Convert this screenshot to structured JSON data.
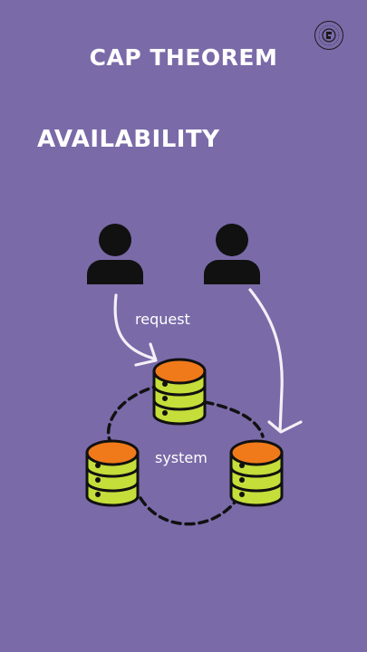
{
  "title": "CAP THEOREM",
  "subtitle": "AVAILABILITY",
  "diagram": {
    "request_label": "request",
    "system_label": "system"
  },
  "colors": {
    "background": "#7a6aa8",
    "text": "#ffffff",
    "db_top": "#f07a1a",
    "db_body": "#c5de3a",
    "outline": "#111111",
    "arrow": "#f3eff6"
  }
}
